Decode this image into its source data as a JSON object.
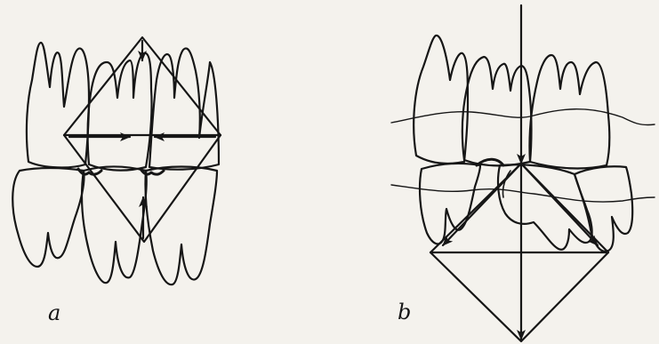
{
  "panels": [
    {
      "id": "a",
      "label": "a"
    },
    {
      "id": "b",
      "label": "b"
    }
  ],
  "colors": {
    "background": "#f4f2ed",
    "ink": "#161616"
  },
  "icons": [
    "tooth-outline-icon",
    "force-arrow-icon",
    "force-diagram-icon"
  ]
}
